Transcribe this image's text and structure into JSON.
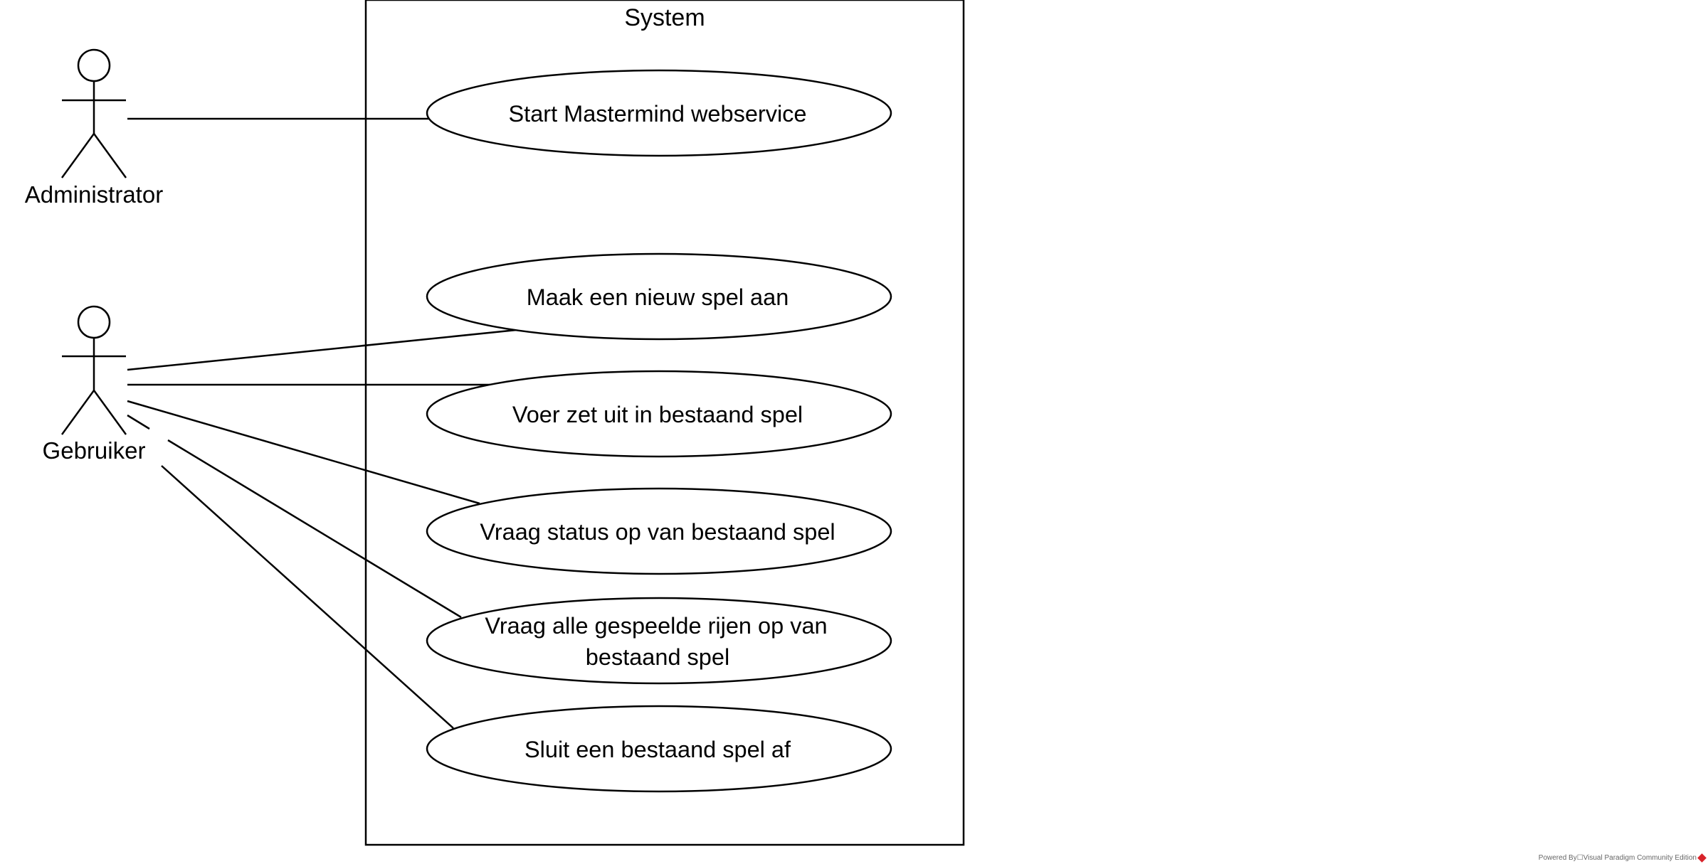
{
  "system": {
    "title": "System"
  },
  "actors": {
    "administrator": "Administrator",
    "gebruiker": "Gebruiker"
  },
  "use_cases": {
    "start_mastermind": "Start Mastermind webservice",
    "nieuw_spel": "Maak een nieuw spel aan",
    "voer_zet_uit": "Voer zet uit in bestaand spel",
    "vraag_status": "Vraag status op van bestaand spel",
    "vraag_rijen_line1": "Vraag alle gespeelde rijen op van",
    "vraag_rijen_line2": "bestaand spel",
    "sluit_spel": "Sluit een bestaand spel af"
  },
  "watermark": {
    "text": "Powered By☐Visual Paradigm Community Edition"
  },
  "colors": {
    "stroke": "#000000",
    "background": "#ffffff",
    "watermark_logo": "#d8232a"
  }
}
